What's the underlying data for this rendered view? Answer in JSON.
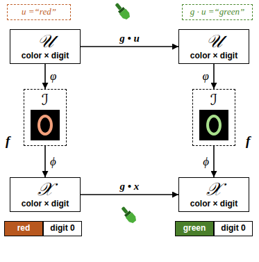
{
  "diagram": {
    "nodes": [
      {
        "text": [
          "u =“red”"
        ]
      },
      {
        "text": [
          "g · u =“green”"
        ]
      },
      {
        "text": [
          "𝒰",
          "color × digit"
        ]
      },
      {
        "text": [
          "𝒰",
          "color × digit"
        ]
      },
      {
        "text": [
          "ℐ"
        ]
      },
      {
        "text": [
          "ℐ"
        ]
      },
      {
        "text": [
          "𝒳",
          "color × digit"
        ]
      },
      {
        "text": [
          "𝒳",
          "color × digit"
        ]
      },
      {
        "text": [
          "red"
        ]
      },
      {
        "text": [
          "digit 0"
        ]
      },
      {
        "text": [
          "green"
        ]
      },
      {
        "text": [
          "digit 0"
        ]
      }
    ],
    "edges": [
      {
        "from": 2,
        "to": 3,
        "arrow": "to",
        "label": "g • u"
      },
      {
        "from": 2,
        "to": 4,
        "arrow": "to",
        "label": "φ"
      },
      {
        "from": 4,
        "to": 6,
        "arrow": "to",
        "label": "ϕ"
      },
      {
        "from": 3,
        "to": 5,
        "arrow": "to",
        "label": "φ"
      },
      {
        "from": 5,
        "to": 7,
        "arrow": "to",
        "label": "ϕ"
      },
      {
        "from": 6,
        "to": 7,
        "arrow": "to",
        "label": "g • x"
      }
    ],
    "labels": [
      "f",
      "f"
    ]
  }
}
